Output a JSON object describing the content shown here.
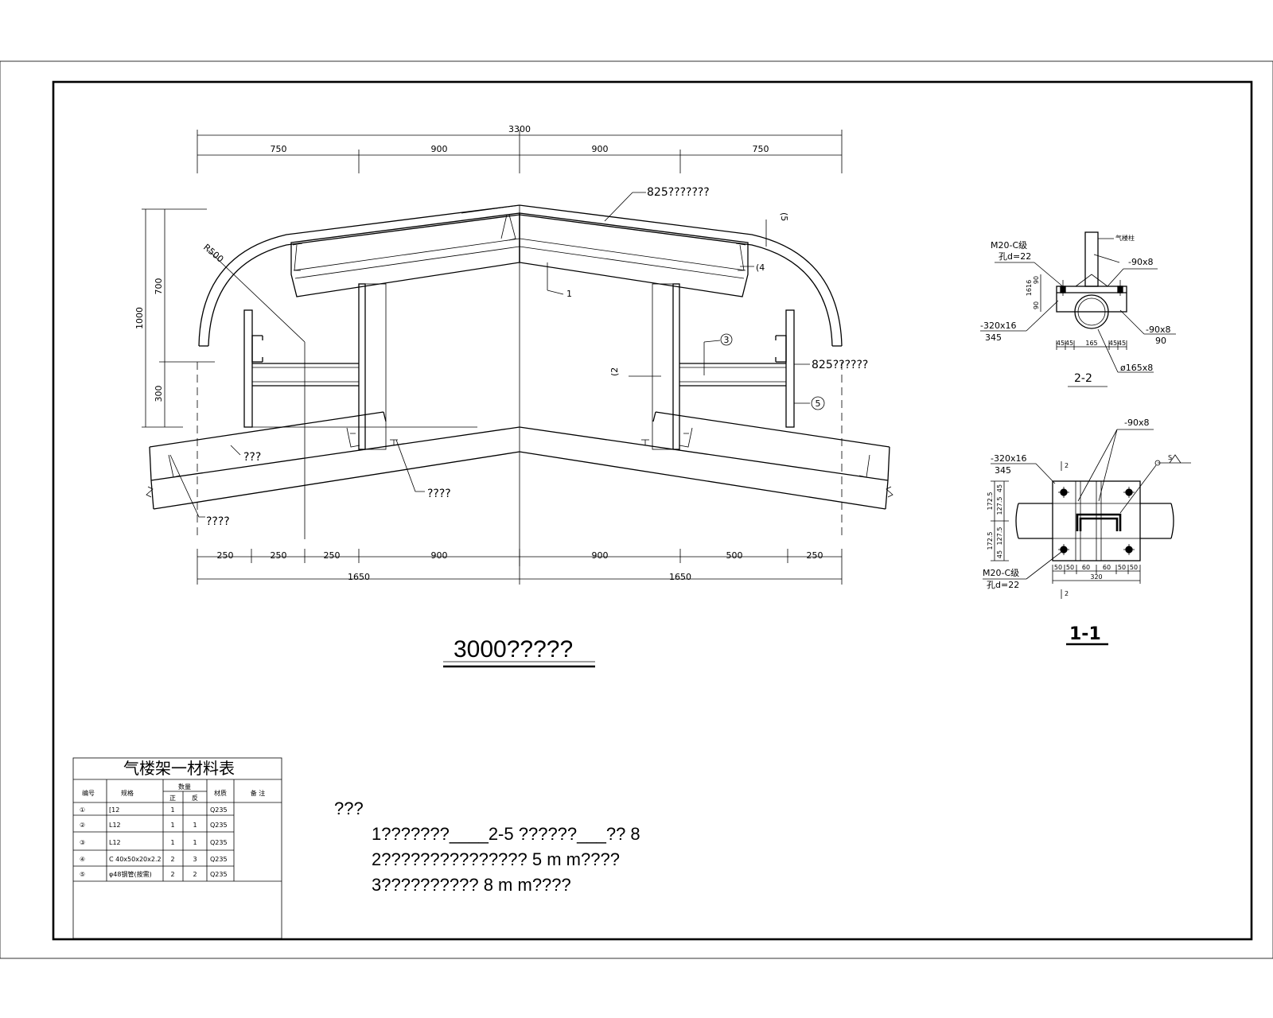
{
  "main_view": {
    "title": "3000?????",
    "top_dims": {
      "total": "3300",
      "segments": [
        "750",
        "900",
        "900",
        "750"
      ]
    },
    "left_dims": {
      "total": "1000",
      "upper": "700",
      "lower": "300"
    },
    "bottom_dims": {
      "segments": [
        "250",
        "250",
        "250",
        "900",
        "900",
        "500",
        "250"
      ],
      "totals": [
        "1650",
        "1650"
      ]
    },
    "callouts": {
      "radius": "R500",
      "top_label": "825???????",
      "right_label": "825??????",
      "item5_top": "(5",
      "item4": "(4",
      "item1": "1",
      "item3": "3",
      "item2": "(2",
      "item5_bottom": "5",
      "bottom_left_a": "???",
      "bottom_left_b": "????",
      "bottom_center": "????"
    }
  },
  "section_2_2": {
    "title": "2-2",
    "bolt": "M20-C级",
    "hole": "孔d=22",
    "plate_top": "-90x8",
    "plate_right": "-90x8",
    "plate_right_sub": "90",
    "base_plate": "-320x16",
    "base_plate_sub": "345",
    "pipe": "ø165x8",
    "post_label": "气楼柱",
    "vdims": [
      "90",
      "1616",
      "90"
    ],
    "hdims": [
      "45",
      "45",
      "165",
      "45",
      "45"
    ]
  },
  "section_1_1": {
    "title": "1-1",
    "plate_top": "-90x8",
    "base_plate": "-320x16",
    "base_plate_sub": "345",
    "bolt": "M20-C级",
    "hole": "孔d=22",
    "cut_mark": "2",
    "weld_mark": "S",
    "vdims": [
      "45",
      "127.5",
      "172.5",
      "172.5",
      "127.5",
      "45"
    ],
    "hdims": [
      "50",
      "50",
      "60",
      "60",
      "50",
      "50"
    ],
    "hdim_total": "320"
  },
  "material_table": {
    "title": "气楼架一材料表",
    "headers": [
      "编号",
      "规格",
      "数量",
      "材质",
      "备 注"
    ],
    "qty_sub": [
      "正",
      "反"
    ],
    "rows": [
      [
        "①",
        "[12",
        "1",
        "",
        "Q235"
      ],
      [
        "②",
        "L12",
        "1",
        "1",
        "Q235"
      ],
      [
        "③",
        "L12",
        "1",
        "1",
        "Q235"
      ],
      [
        "④",
        "C 40x50x20x2.2",
        "2",
        "3",
        "Q235"
      ],
      [
        "⑤",
        "φ48钢管(按需)",
        "2",
        "2",
        "Q235"
      ]
    ]
  },
  "notes": {
    "heading": "???",
    "lines": [
      "1???????____2-5 ??????___?? 8",
      "2??????????????? 5 m m????",
      "3?????????? 8 m m????"
    ]
  }
}
